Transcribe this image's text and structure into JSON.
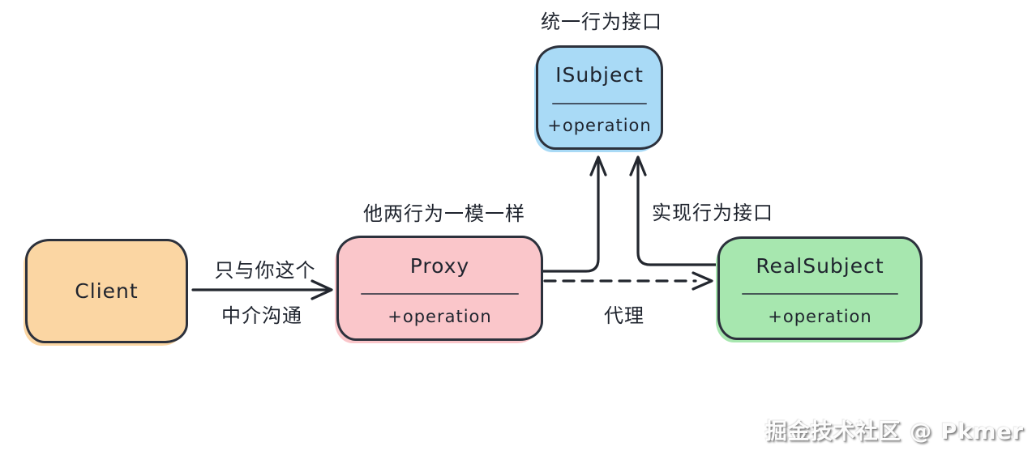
{
  "diagram": {
    "type": "uml-proxy-pattern-sketch",
    "background": "#ffffff",
    "stroke_color": "#23272f",
    "top_label": "统一行为接口",
    "nodes": {
      "isubject": {
        "title": "ISubject",
        "method": "+operation",
        "fill": "#a9daf6"
      },
      "client": {
        "title": "Client",
        "fill": "#fbd6a3"
      },
      "proxy": {
        "title": "Proxy",
        "method": "+operation",
        "fill": "#fac6ca"
      },
      "realsubject": {
        "title": "RealSubject",
        "method": "+operation",
        "fill": "#a7e7af"
      }
    },
    "annotations": {
      "proxy_note": "他两行为一模一样",
      "realsubject_note": "实现行为接口",
      "client_arrow_line1": "只与你这个",
      "client_arrow_line2": "中介沟通",
      "dashed_arrow_label": "代理"
    },
    "edges": [
      {
        "from": "Client",
        "to": "Proxy",
        "style": "solid-arrow"
      },
      {
        "from": "Proxy",
        "to": "ISubject",
        "style": "solid-arrow"
      },
      {
        "from": "RealSubject",
        "to": "ISubject",
        "style": "solid-arrow"
      },
      {
        "from": "Proxy",
        "to": "RealSubject",
        "style": "dashed-arrow",
        "label": "代理"
      }
    ]
  },
  "watermark": {
    "text": "掘金技术社区 @ Pkmer"
  }
}
